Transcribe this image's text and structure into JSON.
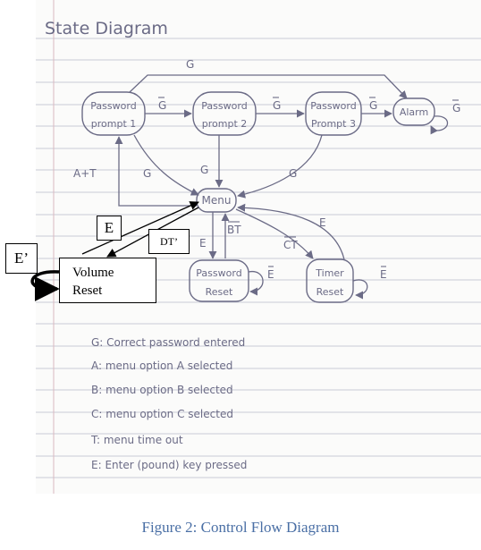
{
  "title": "State Diagram",
  "caption": "Figure 2: Control Flow Diagram",
  "states": {
    "pp1": [
      "Password",
      "prompt 1"
    ],
    "pp2": [
      "Password",
      "prompt 2"
    ],
    "pp3": [
      "Password",
      "Prompt 3"
    ],
    "alarm": [
      "Alarm"
    ],
    "menu": [
      "Menu"
    ],
    "pwreset": [
      "Password",
      "Reset"
    ],
    "timer": [
      "Timer",
      "Reset"
    ]
  },
  "edges": {
    "g_top": "G",
    "g_bar_1": "G",
    "g_bar_2": "G",
    "g_bar_3": "G",
    "g_bar_alarm": "G",
    "a_t": "A+T",
    "g_pp1_menu": "G",
    "g_pp2_menu": "G",
    "g_pp3_menu": "G",
    "bt_bar": "BT",
    "ct_bar": "CT",
    "e_menu_pw": "E",
    "e_timer_menu": "E",
    "e_bar_pw": "E",
    "e_bar_timer": "E"
  },
  "overlay": {
    "volume_reset": [
      "Volume",
      "Reset"
    ],
    "e_label": "E",
    "dt_label": "DT’",
    "e_prime_label": "E’"
  },
  "legend": [
    "G: Correct password entered",
    "A: menu option A selected",
    "B: menu option B selected",
    "C: menu option C selected",
    "T: menu time out",
    "E: Enter (pound) key pressed"
  ]
}
